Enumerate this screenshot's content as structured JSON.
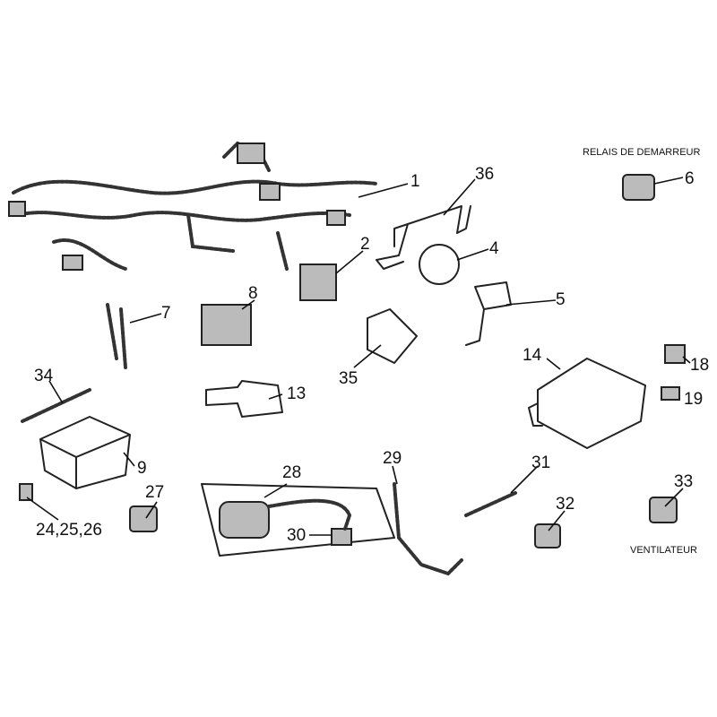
{
  "captions": {
    "starter_relay": "RELAIS DE DEMARREUR",
    "fan": "VENTILATEUR"
  },
  "callouts": {
    "c1": "1",
    "c2": "2",
    "c4": "4",
    "c5": "5",
    "c6": "6",
    "c7": "7",
    "c8": "8",
    "c9": "9",
    "c13": "13",
    "c14": "14",
    "c18": "18",
    "c19": "19",
    "c24_26": "24,25,26",
    "c27": "27",
    "c28": "28",
    "c29": "29",
    "c30": "30",
    "c31": "31",
    "c32": "32",
    "c33": "33",
    "c34": "34",
    "c35": "35",
    "c36": "36"
  }
}
